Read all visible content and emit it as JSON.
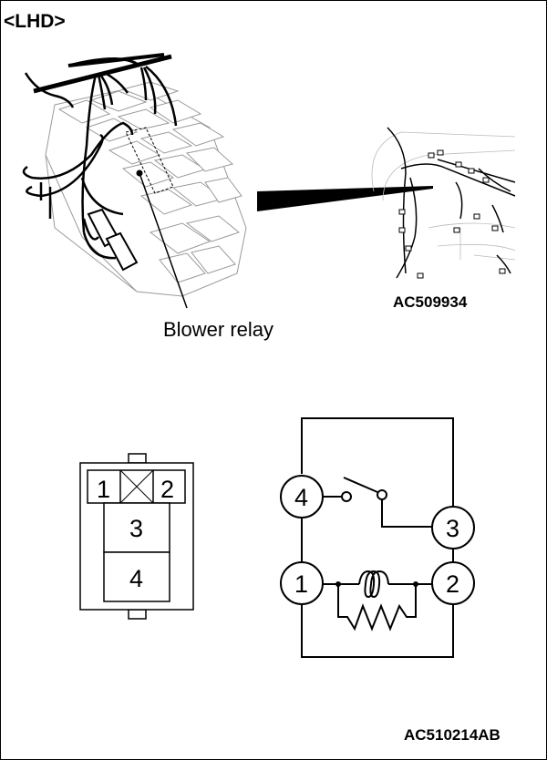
{
  "figure": {
    "variant_label": "<LHD>",
    "top_figure_code": "AC509934",
    "bottom_figure_code": "AC510214AB",
    "callout_label": "Blower relay"
  },
  "connector_face": {
    "title": "Relay terminal layout",
    "top_row": [
      {
        "pin": "1"
      },
      {
        "pin": "",
        "blank": true
      },
      {
        "pin": "2"
      }
    ],
    "middle": {
      "pin": "3"
    },
    "bottom": {
      "pin": "4"
    }
  },
  "relay_schematic": {
    "terminals": [
      {
        "id": "4",
        "connection": "switch-contact-fixed"
      },
      {
        "id": "3",
        "connection": "switch-contact-moving"
      },
      {
        "id": "1",
        "connection": "coil-end"
      },
      {
        "id": "2",
        "connection": "coil-end"
      }
    ],
    "components": [
      "normally-open-switch",
      "coil",
      "resistor-in-parallel-with-coil"
    ]
  }
}
